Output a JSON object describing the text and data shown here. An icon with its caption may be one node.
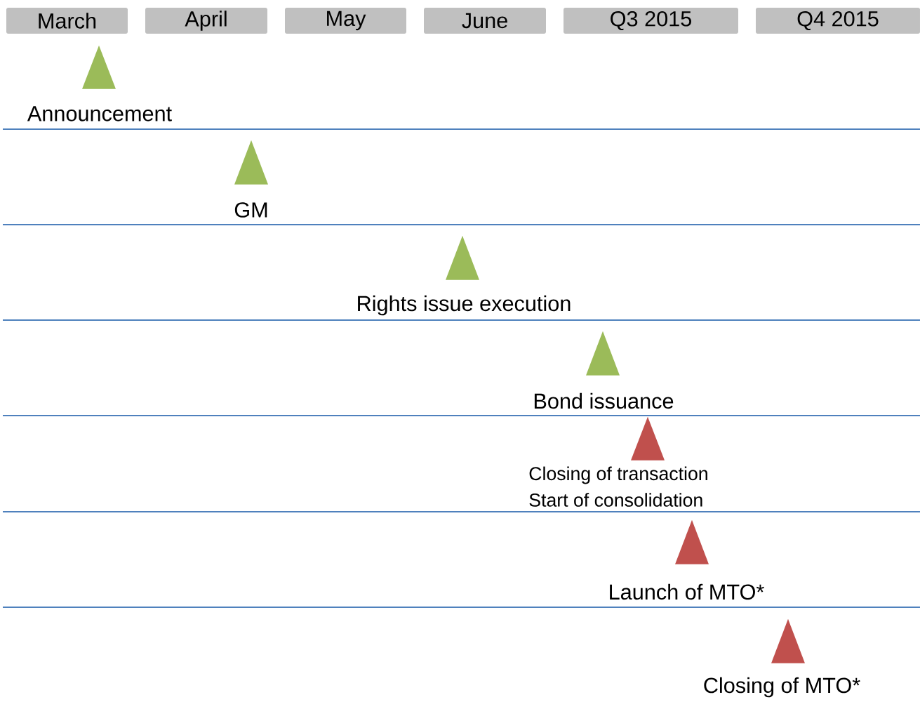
{
  "diagram": {
    "nodes": [
      {
        "text": [
          "March"
        ]
      },
      {
        "text": [
          "April"
        ]
      },
      {
        "text": [
          "May"
        ]
      },
      {
        "text": [
          "June"
        ]
      },
      {
        "text": [
          "Q3 2015"
        ]
      },
      {
        "text": [
          "Q4 2015"
        ]
      },
      {
        "text": [],
        "shape": "triangle",
        "beside": [
          "Announcement"
        ]
      },
      {
        "text": [],
        "shape": "triangle",
        "beside": [
          "GM"
        ]
      },
      {
        "text": [],
        "shape": "triangle",
        "beside": [
          "Rights issue execution"
        ]
      },
      {
        "text": [],
        "shape": "triangle",
        "beside": [
          "Bond issuance"
        ]
      },
      {
        "text": [],
        "shape": "triangle",
        "beside": [
          "Closing of transaction",
          "Start of consolidation"
        ]
      },
      {
        "text": [],
        "shape": "triangle",
        "beside": [
          "Launch of MTO*"
        ]
      },
      {
        "text": [],
        "shape": "triangle",
        "beside": [
          "Closing of MTO*"
        ]
      }
    ]
  }
}
